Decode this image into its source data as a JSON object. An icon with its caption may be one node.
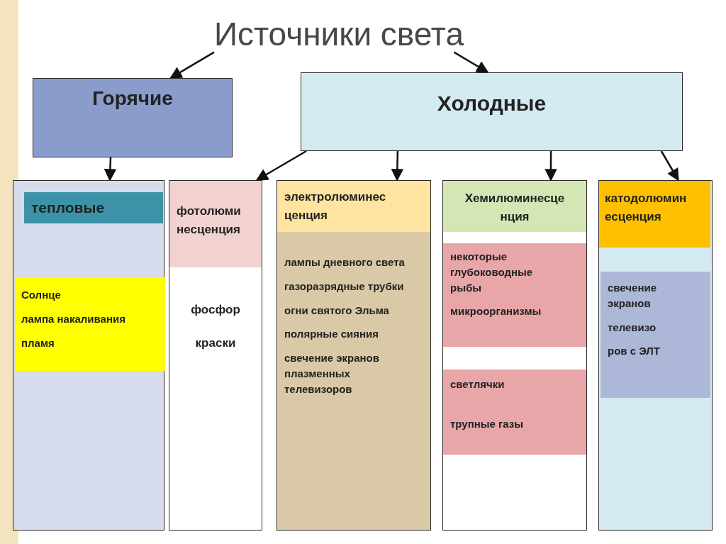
{
  "diagram": {
    "nodes": [
      {
        "text": [
          "Источники света"
        ]
      },
      {
        "text": [
          "Горячие"
        ]
      },
      {
        "text": [
          "Холодные"
        ]
      },
      {
        "text": [],
        "shape": "box"
      },
      {
        "text": [
          "тепловые"
        ],
        "in": 3
      },
      {
        "text": [
          "Солнце",
          "лампа накаливания",
          "пламя"
        ],
        "in": 3
      },
      {
        "text": [
          "фосфор",
          "краски"
        ]
      },
      {
        "text": [
          "фотолюми несценция"
        ],
        "in": 6
      },
      {
        "text": [
          "лампы дневного света",
          "газоразрядные трубки",
          "огни святого Эльма",
          "полярные сияния",
          "свечение экранов плазменных телевизоров"
        ]
      },
      {
        "text": [
          "электролюминес ценция"
        ],
        "in": 8
      },
      {
        "text": [],
        "shape": "box"
      },
      {
        "text": [
          "Хемилюминесце нция"
        ],
        "in": 10
      },
      {
        "text": [
          "некоторые глубоководные рыбы",
          "микроорганизмы"
        ],
        "in": 10
      },
      {
        "text": [
          "светлячки",
          "трупные газы"
        ],
        "in": 10
      },
      {
        "text": [],
        "shape": "box"
      },
      {
        "text": [
          "катодолюмин есценция"
        ],
        "in": 14
      },
      {
        "text": [
          "свечение экранов",
          "телевизо",
          "ров с ЭЛТ"
        ],
        "in": 14
      }
    ],
    "edges": [
      {
        "from": 0,
        "to": 1,
        "arrow": "to"
      },
      {
        "from": 0,
        "to": 2,
        "arrow": "to"
      },
      {
        "from": 1,
        "to": 3,
        "arrow": "to"
      },
      {
        "from": 2,
        "to": 6,
        "arrow": "to"
      },
      {
        "from": 2,
        "to": 8,
        "arrow": "to"
      },
      {
        "from": 2,
        "to": 10,
        "arrow": "to"
      },
      {
        "from": 2,
        "to": 14,
        "arrow": "to"
      }
    ]
  }
}
